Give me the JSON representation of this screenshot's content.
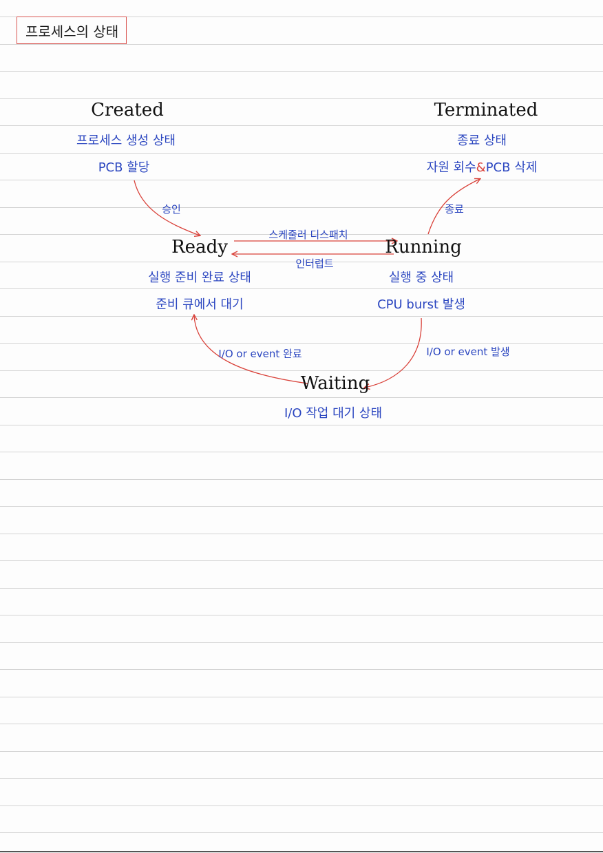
{
  "title": "프로세스의 상태",
  "states": {
    "created": {
      "name": "Created",
      "desc1": "프로세스 생성 상태",
      "desc2": "PCB 할당"
    },
    "terminated": {
      "name": "Terminated",
      "desc1": "종료 상태",
      "desc2_pre": "자원 회수",
      "desc2_amp": "&",
      "desc2_post": "PCB 삭제"
    },
    "ready": {
      "name": "Ready",
      "desc1": "실행 준비 완료 상태",
      "desc2": "준비 큐에서 대기"
    },
    "running": {
      "name": "Running",
      "desc1": "실행 중 상태",
      "desc2": "CPU burst 발생"
    },
    "waiting": {
      "name": "Waiting",
      "desc1": "I/O 작업 대기 상태"
    }
  },
  "transitions": {
    "admit": "승인",
    "dispatch": "스케줄러 디스패치",
    "interrupt": "인터럽트",
    "exit": "종료",
    "io_event_wait": "I/O or event 발생",
    "io_event_complete": "I/O or event 완료"
  },
  "colors": {
    "state_name": "#111111",
    "description": "#2b46c0",
    "arrow": "#d9423a",
    "title_border": "#d9534f"
  }
}
